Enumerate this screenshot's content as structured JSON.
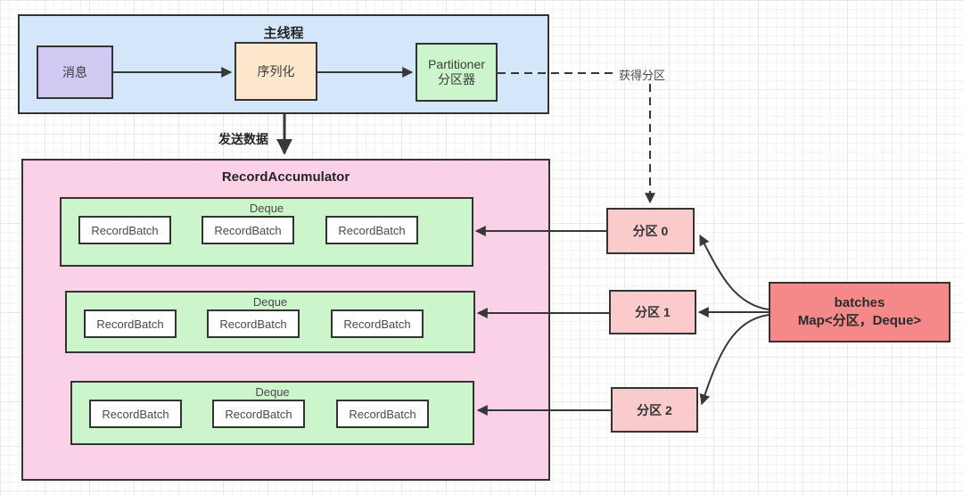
{
  "main_thread": {
    "title": "主线程",
    "message": "消息",
    "serialize": "序列化",
    "partitioner_line1": "Partitioner",
    "partitioner_line2": "分区器"
  },
  "labels": {
    "send_data": "发送数据",
    "get_partition": "获得分区"
  },
  "accumulator": {
    "title": "RecordAccumulator",
    "deques": [
      {
        "title": "Deque",
        "batches": [
          "RecordBatch",
          "RecordBatch",
          "RecordBatch"
        ]
      },
      {
        "title": "Deque",
        "batches": [
          "RecordBatch",
          "RecordBatch",
          "RecordBatch"
        ]
      },
      {
        "title": "Deque",
        "batches": [
          "RecordBatch",
          "RecordBatch",
          "RecordBatch"
        ]
      }
    ]
  },
  "partitions": [
    {
      "label": "分区 0"
    },
    {
      "label": "分区 1"
    },
    {
      "label": "分区 2"
    }
  ],
  "batches_map": {
    "line1": "batches",
    "line2": "Map<分区，Deque>"
  },
  "colors": {
    "main_thread_fill": "#d4e6f9",
    "message_fill": "#d2c9f2",
    "serialize_fill": "#fde7cc",
    "green_fill": "#ccf5cc",
    "accumulator_fill": "#fad1e6",
    "partition_fill": "#fbcaca",
    "batches_fill": "#f5898a",
    "border": "#333333",
    "connector": "#383838"
  }
}
